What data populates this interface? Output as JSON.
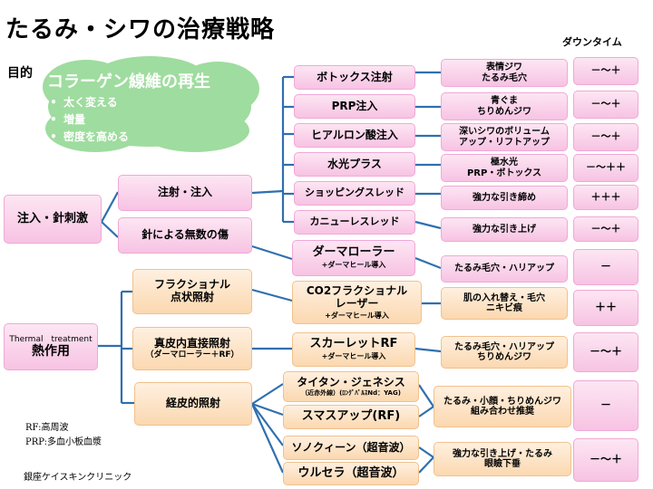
{
  "title": "たるみ・シワの治療戦略",
  "downtime_header": "ダウンタイム",
  "purpose_label": "目的",
  "goal": {
    "title": "コラーゲン線維の再生",
    "points": [
      "太く変える",
      "増量",
      "密度を高める"
    ]
  },
  "categories": {
    "injection": "注入・針刺激",
    "thermal_en": "Thermal　treatment",
    "thermal_jp": "熱作用"
  },
  "methods": {
    "injection_method": "注射・注入",
    "needle_wounds": "針による無数の傷",
    "fractional_1": "フラクショナル",
    "fractional_2": "点状照射",
    "intradermal_1": "真皮内直接照射",
    "intradermal_2": "（ダーマローラー＋RF）",
    "transdermal": "経皮的照射"
  },
  "treatments": {
    "botox": "ボトックス注射",
    "prp": "PRP注入",
    "hyaluronic": "ヒアルロン酸注入",
    "suikou": "水光プラス",
    "shopping": "ショッピングスレッド",
    "cannula": "カニューレスレッド",
    "dermaroller": "ダーマローラー",
    "dermaroller_sub": "+ダーマヒール導入",
    "co2_1": "CO2フラクショナル",
    "co2_2": "レーザー",
    "co2_sub": "+ダーマヒール導入",
    "scarlet": "スカーレットRF",
    "scarlet_sub": "+ダーマヒール導入",
    "titan": "タイタン・ジェネシス",
    "titan_sub": "（近赤外線）(ﾛﾝｸﾞﾊﾟﾙｽNd：YAG)",
    "smasup": "スマスアップ(RF)",
    "sonoqueen": "ソノクィーン（超音波）",
    "ulthera": "ウルセラ（超音波）"
  },
  "effects": {
    "botox_1": "表情ジワ",
    "botox_2": "たるみ毛穴",
    "prp_1": "青ぐま",
    "prp_2": "ちりめんジワ",
    "hyal_1": "深いシワのボリューム",
    "hyal_2": "アップ・リフトアップ",
    "suikou_1": "極水光",
    "suikou_2": "PRP・ボトックス",
    "shopping": "強力な引き締め",
    "cannula": "強力な引き上げ",
    "derma": "たるみ毛穴・ハリアップ",
    "co2_1": "肌の入れ替え・毛穴",
    "co2_2": "ニキビ痕",
    "scarlet_1": "たるみ毛穴・ハリアップ",
    "scarlet_2": "ちりめんジワ",
    "titan_1": "たるみ・小顔・ちりめんジワ",
    "titan_2": "組み合わせ推奨",
    "sono_1": "強力な引き上げ・たるみ",
    "sono_2": "眼瞼下垂"
  },
  "downtime": {
    "botox": "－～＋",
    "prp": "－～＋",
    "hyal": "－～＋",
    "suikou": "－～＋＋",
    "shopping": "＋＋＋",
    "cannula": "－～＋",
    "derma": "－",
    "co2": "＋＋",
    "scarlet": "－～＋",
    "titan": "－",
    "sono": "－～＋"
  },
  "footnotes": {
    "rf": "RF:高周波",
    "prp": "PRP:多血小板血漿"
  },
  "clinic": "銀座ケイスキンクリニック",
  "colors": {
    "line": "#2f6faf",
    "cloud": "#9fdc9f",
    "pink": "#f7c3e3",
    "peach": "#fbd8b0"
  }
}
